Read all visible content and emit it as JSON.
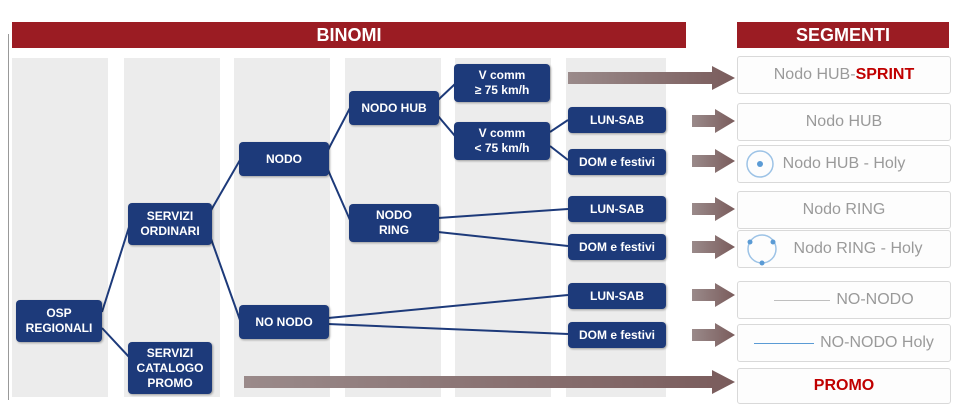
{
  "header": {
    "binomi": "BINOMI",
    "segmenti": "SEGMENTI"
  },
  "nodes": {
    "osp": [
      "OSP",
      "REGIONALI"
    ],
    "servizi_ordinari": [
      "SERVIZI",
      "ORDINARI"
    ],
    "servizi_catalogo": [
      "SERVIZI",
      "CATALOGO",
      "PROMO"
    ],
    "nodo": "NODO",
    "no_nodo": "NO NODO",
    "nodo_hub": "NODO HUB",
    "nodo_ring": [
      "NODO",
      "RING"
    ],
    "vcomm_ge": [
      "V comm",
      "≥ 75 km/h"
    ],
    "vcomm_lt": [
      "V comm",
      "< 75 km/h"
    ],
    "lun_sab_1": "LUN-SAB",
    "dom_festivi_1": "DOM e festivi",
    "lun_sab_2": "LUN-SAB",
    "dom_festivi_2": "DOM e festivi",
    "lun_sab_3": "LUN-SAB",
    "dom_festivi_3": "DOM e festivi"
  },
  "segments": {
    "hub_sprint_prefix": "Nodo HUB-",
    "hub_sprint_suffix": "SPRINT",
    "hub": "Nodo HUB",
    "hub_holy": "Nodo HUB -  Holy",
    "ring": "Nodo RING",
    "ring_holy": "Nodo RING - Holy",
    "no_nodo": "NO-NODO",
    "no_nodo_holy": "NO-NODO Holy",
    "promo": "PROMO"
  },
  "colors": {
    "header_red": "#9b1c23",
    "node_blue": "#1d3a7a",
    "arrow_grey": "#8a7070",
    "promo_red": "#c00000"
  }
}
